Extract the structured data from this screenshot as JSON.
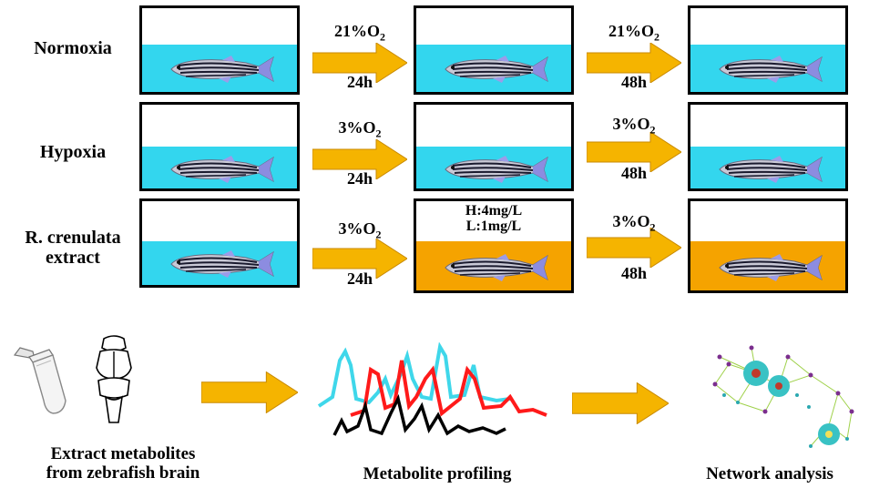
{
  "rows": [
    {
      "label": "Normoxia",
      "cond1": "21%O",
      "cond1_sub": "2",
      "time1": "24h",
      "cond2": "21%O",
      "cond2_sub": "2",
      "time2": "48h"
    },
    {
      "label": "Hypoxia",
      "cond1": "3%O",
      "cond1_sub": "2",
      "time1": "24h",
      "cond2": "3%O",
      "cond2_sub": "2",
      "time2": "48h"
    },
    {
      "label": "R. crenulata extract",
      "label_line1": "R. crenulata",
      "label_line2": "extract",
      "cond1": "3%O",
      "cond1_sub": "2",
      "time1": "24h",
      "cond2": "3%O",
      "cond2_sub": "2",
      "time2": "48h"
    }
  ],
  "dose": {
    "high": "H:4mg/L",
    "low": "L:1mg/L"
  },
  "captions": {
    "extract_line1": "Extract metabolites",
    "extract_line2": "from zebrafish brain",
    "profiling": "Metabolite profiling",
    "network": "Network analysis"
  },
  "colors": {
    "water": "#33d6ee",
    "extract": "#f5a300",
    "arrow": "#f5b400",
    "trace_cyan": "#3fd7ea",
    "trace_red": "#ff1a1a",
    "trace_black": "#000000"
  }
}
